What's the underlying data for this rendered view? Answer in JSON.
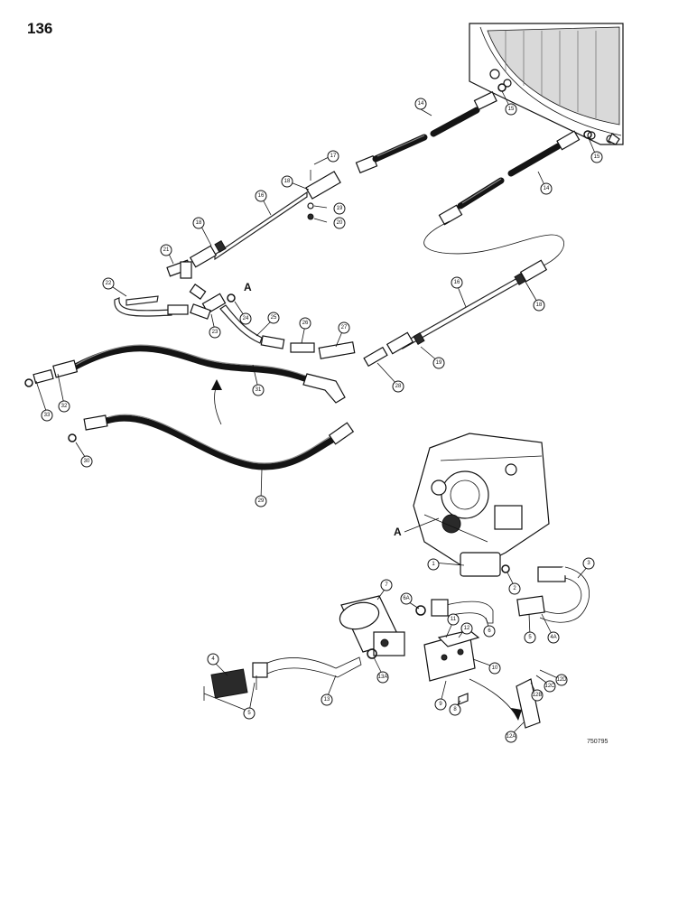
{
  "page": {
    "number": "136",
    "drawing_code": "750795"
  },
  "reference_letters": [
    "A",
    "A"
  ],
  "callouts": [
    "1",
    "2",
    "3",
    "4",
    "4A",
    "5",
    "5",
    "6",
    "6A",
    "7",
    "8",
    "9",
    "10",
    "11",
    "12",
    "12A",
    "12B",
    "12C",
    "12D",
    "13",
    "13A",
    "14",
    "14",
    "15",
    "15",
    "16",
    "16",
    "17",
    "18",
    "18",
    "18",
    "19",
    "19",
    "20",
    "21",
    "22",
    "23",
    "24",
    "25",
    "26",
    "27",
    "28",
    "29",
    "30",
    "31",
    "32",
    "33"
  ]
}
